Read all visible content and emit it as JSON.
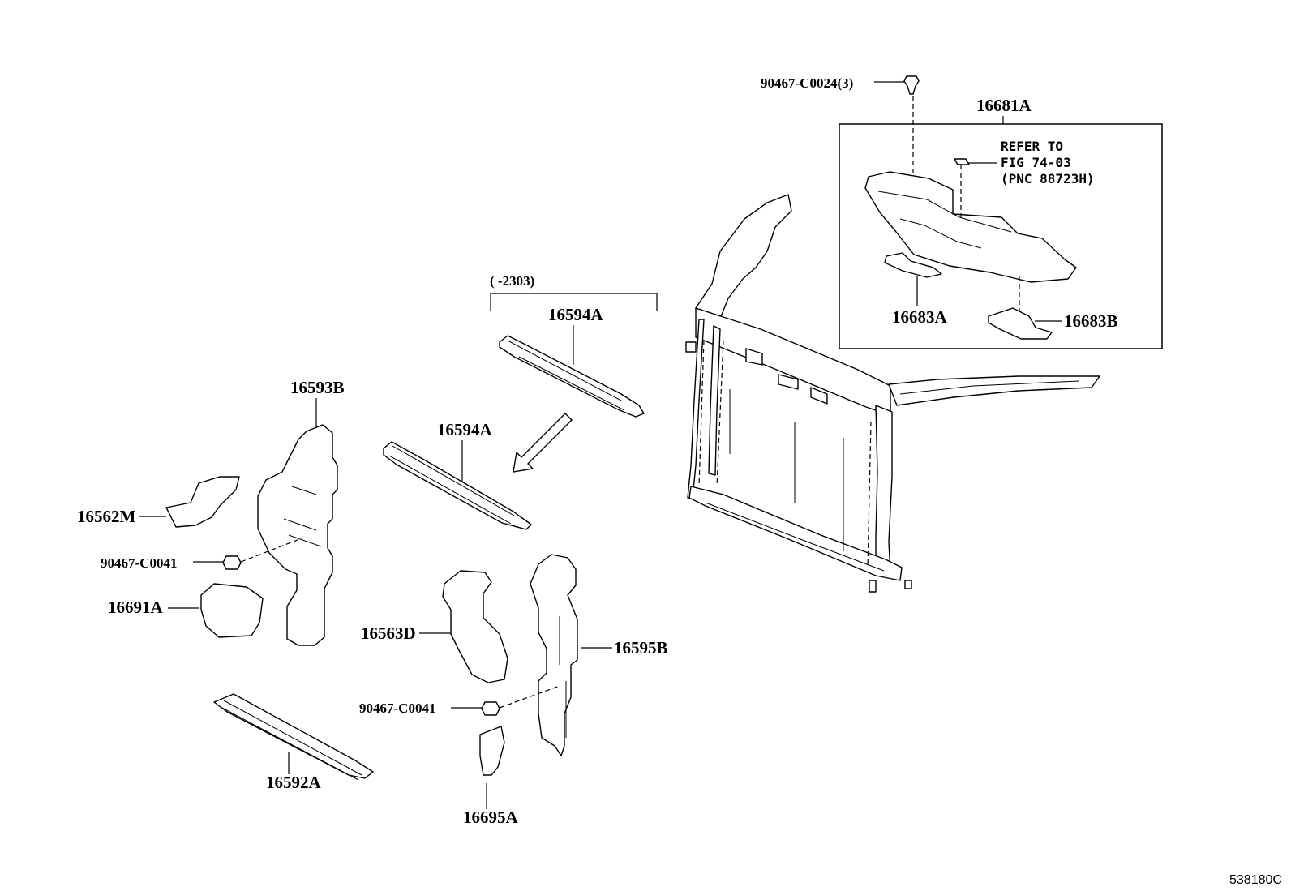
{
  "labels": {
    "clip_top": "90467-C0024(3)",
    "p16681a": "16681A",
    "refer1": "REFER TO",
    "refer2": "FIG 74-03",
    "refer3": "(PNC 88723H)",
    "p16683a": "16683A",
    "p16683b": "16683B",
    "range": "(     -2303)",
    "p16594a_top": "16594A",
    "p16594a_mid": "16594A",
    "p16593b": "16593B",
    "p16562m": "16562M",
    "clip_left": "90467-C0041",
    "p16691a": "16691A",
    "p16563d": "16563D",
    "p16595b": "16595B",
    "clip_mid": "90467-C0041",
    "p16592a": "16592A",
    "p16695a": "16695A",
    "figure_id": "538180C"
  },
  "colors": {
    "ink": "#000000",
    "paper": "#ffffff"
  }
}
